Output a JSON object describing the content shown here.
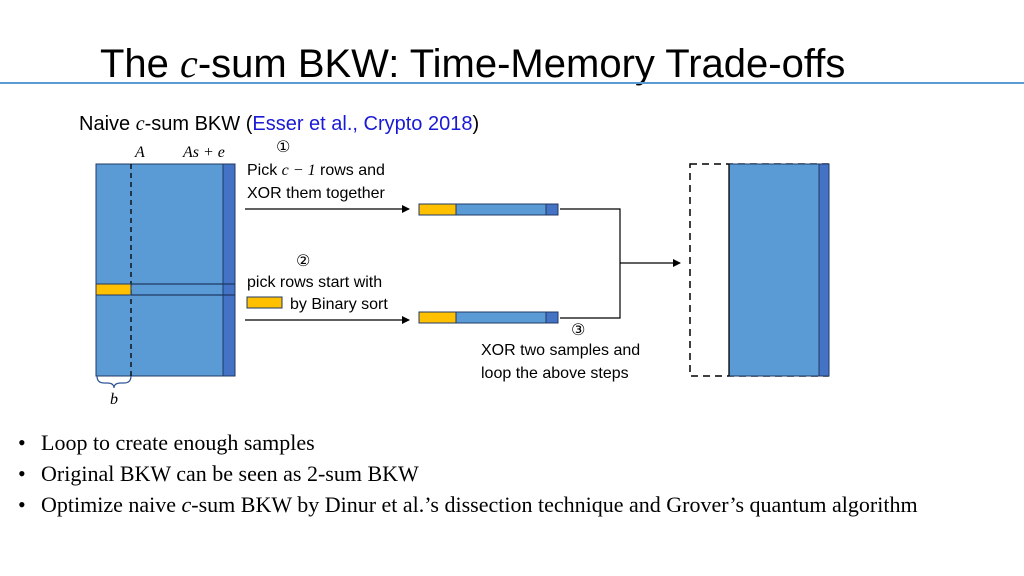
{
  "title": {
    "prefix": "The ",
    "var": "c",
    "suffix": "-sum BKW:  Time-Memory Trade-offs"
  },
  "subtitle": {
    "prefix": "Naive ",
    "var": "c",
    "middle": "-sum BKW (",
    "citation": "Esser et al., Crypto 2018",
    "suffix": ")"
  },
  "matrix": {
    "label_a": "A",
    "label_b": "As + e",
    "label_width": "b"
  },
  "steps": [
    {
      "number": "①",
      "line1_prefix": "Pick ",
      "line1_math": "c − 1",
      "line1_suffix": " rows and",
      "line2": "XOR them together"
    },
    {
      "number": "②",
      "line1": "pick rows start with",
      "line2": "by Binary sort"
    },
    {
      "number": "③",
      "line1": "XOR two samples and",
      "line2": "loop the above steps"
    }
  ],
  "bullets": [
    {
      "text": "Loop to create enough samples"
    },
    {
      "text": "Original BKW can be seen as 2-sum BKW"
    },
    {
      "prefix": "Optimize naive ",
      "var": "c",
      "suffix": "-sum BKW by Dinur et al.’s dissection technique and Grover’s quantum algorithm"
    }
  ],
  "colors": {
    "matrix_fill": "#5b9bd5",
    "matrix_edge": "#4472c4",
    "highlight": "#ffc000",
    "rule": "#5b9bd5",
    "citation": "#1a1ad6"
  }
}
